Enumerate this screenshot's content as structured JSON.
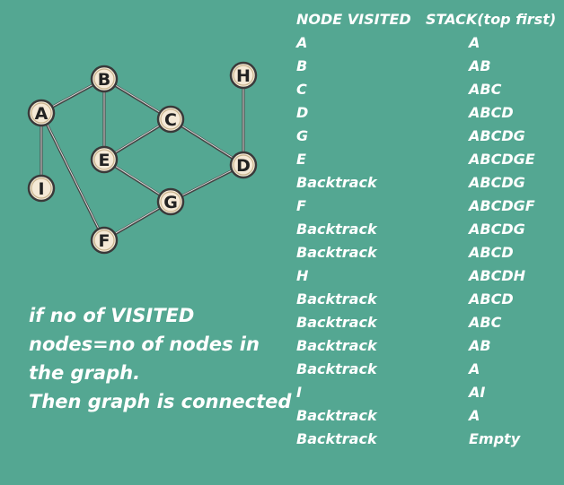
{
  "graph": {
    "nodes": [
      "A",
      "B",
      "C",
      "D",
      "E",
      "F",
      "G",
      "H",
      "I"
    ],
    "edges": [
      [
        "A",
        "B"
      ],
      [
        "A",
        "I"
      ],
      [
        "A",
        "F"
      ],
      [
        "B",
        "C"
      ],
      [
        "B",
        "E"
      ],
      [
        "E",
        "C"
      ],
      [
        "C",
        "D"
      ],
      [
        "E",
        "G"
      ],
      [
        "G",
        "D"
      ],
      [
        "G",
        "F"
      ],
      [
        "H",
        "D"
      ]
    ]
  },
  "table": {
    "headers": {
      "visited": "NODE VISITED",
      "stack": "STACK(top first)"
    },
    "rows": [
      {
        "visited": "A",
        "stack": "A"
      },
      {
        "visited": "B",
        "stack": "AB"
      },
      {
        "visited": "C",
        "stack": "ABC"
      },
      {
        "visited": "D",
        "stack": "ABCD"
      },
      {
        "visited": "G",
        "stack": "ABCDG"
      },
      {
        "visited": "E",
        "stack": "ABCDGE"
      },
      {
        "visited": "Backtrack",
        "stack": "ABCDG"
      },
      {
        "visited": "F",
        "stack": "ABCDGF"
      },
      {
        "visited": "Backtrack",
        "stack": "ABCDG"
      },
      {
        "visited": "Backtrack",
        "stack": "ABCD"
      },
      {
        "visited": "H",
        "stack": "ABCDH"
      },
      {
        "visited": "Backtrack",
        "stack": "ABCD"
      },
      {
        "visited": "Backtrack",
        "stack": "ABC"
      },
      {
        "visited": "Backtrack",
        "stack": "AB"
      },
      {
        "visited": "Backtrack",
        "stack": "A"
      },
      {
        "visited": "I",
        "stack": "AI"
      },
      {
        "visited": "Backtrack",
        "stack": "A"
      },
      {
        "visited": "Backtrack",
        "stack": "Empty"
      }
    ]
  },
  "note": {
    "lines": [
      "if no of VISITED",
      "nodes=no of nodes in",
      "the graph.",
      "Then graph is connected"
    ]
  },
  "colors": {
    "background": "#54a792",
    "node_fill": "#f5e9d6",
    "edge": "#444444",
    "text": "#ffffff"
  }
}
